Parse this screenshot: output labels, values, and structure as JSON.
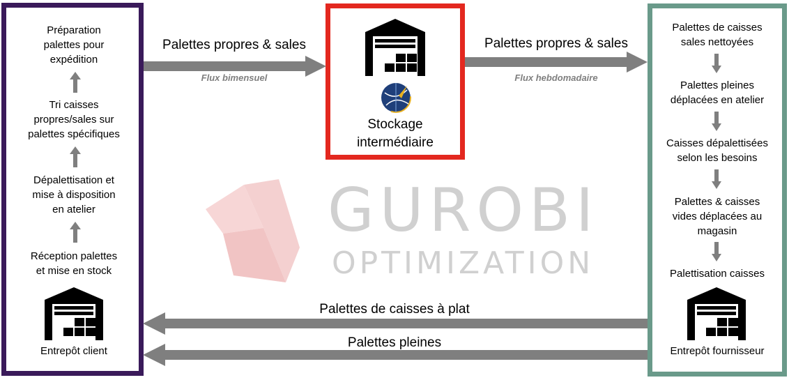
{
  "client": {
    "steps": [
      "Préparation\npalettes pour\nexpédition",
      "Tri caisses\npropres/sales sur\npalettes spécifiques",
      "Dépalettisation et\nmise à disposition\nen atelier",
      "Réception palettes\net mise en stock"
    ],
    "label": "Entrepôt client",
    "icon": "warehouse-icon"
  },
  "storage": {
    "label": "Stockage\nintermédiaire",
    "icons": [
      "warehouse-icon",
      "globe-logo-icon"
    ]
  },
  "supplier": {
    "steps": [
      "Palettes de caisses\nsales nettoyées",
      "Palettes pleines\ndéplacées en atelier",
      "Caisses dépalettisées\nselon les besoins",
      "Palettes & caisses\nvides déplacées au\nmagasin",
      "Palettisation caisses"
    ],
    "label": "Entrepôt fournisseur",
    "icon": "warehouse-icon"
  },
  "flows": {
    "client_to_storage": {
      "label": "Palettes propres & sales",
      "frequency": "Flux bimensuel"
    },
    "storage_to_supplier": {
      "label": "Palettes propres & sales",
      "frequency": "Flux hebdomadaire"
    },
    "supplier_to_client_flat": {
      "label": "Palettes de caisses à plat"
    },
    "supplier_to_client_full": {
      "label": "Palettes pleines"
    }
  },
  "watermark": {
    "line1": "GUROBI",
    "line2": "OPTIMIZATION"
  },
  "colors": {
    "client_border": "#3a1a5a",
    "storage_border": "#e3281f",
    "supplier_border": "#6a9a8a",
    "arrow": "#7f7f7f",
    "watermark_logo": "#f2c6c6",
    "watermark_text": "#d0d0d0"
  }
}
